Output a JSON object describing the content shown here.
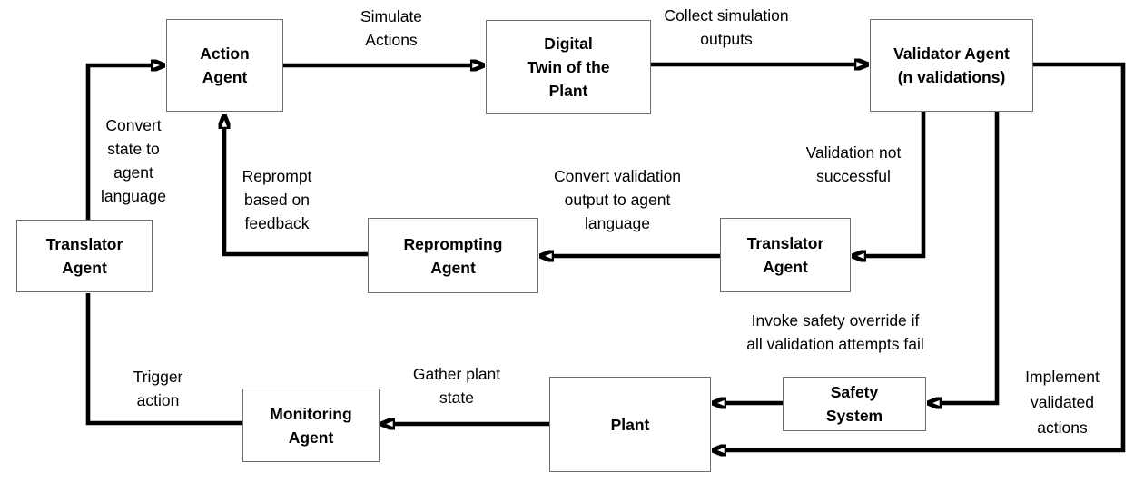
{
  "nodes": {
    "action_agent": {
      "label": "Action\nAgent"
    },
    "digital_twin": {
      "label": "Digital\nTwin of the\nPlant"
    },
    "validator_agent": {
      "label": "Validator Agent\n(n validations)"
    },
    "translator_agent_left": {
      "label": "Translator\nAgent"
    },
    "reprompting_agent": {
      "label": "Reprompting\nAgent"
    },
    "translator_agent_mid": {
      "label": "Translator\nAgent"
    },
    "safety_system": {
      "label": "Safety\nSystem"
    },
    "plant": {
      "label": "Plant"
    },
    "monitoring_agent": {
      "label": "Monitoring\nAgent"
    }
  },
  "edge_labels": {
    "simulate_actions": "Simulate\nActions",
    "collect_simulation_outputs": "Collect simulation\noutputs",
    "validation_not_successful": "Validation not\nsuccessful",
    "convert_validation_output": "Convert validation\noutput to agent\nlanguage",
    "reprompt_based_on_feedback": "Reprompt\nbased on\nfeedback",
    "convert_state_to_agent_language": "Convert\nstate to\nagent\nlanguage",
    "invoke_safety_override": "Invoke safety override if\nall validation attempts fail",
    "implement_validated_actions": "Implement\nvalidated\nactions",
    "trigger_action": "Trigger\naction",
    "gather_plant_state": "Gather plant\nstate"
  },
  "edges": [
    {
      "from": "translator_agent_left",
      "to": "action_agent",
      "label_key": "convert_state_to_agent_language",
      "arrow": true
    },
    {
      "from": "action_agent",
      "to": "digital_twin",
      "label_key": "simulate_actions",
      "arrow": true
    },
    {
      "from": "digital_twin",
      "to": "validator_agent",
      "label_key": "collect_simulation_outputs",
      "arrow": true
    },
    {
      "from": "validator_agent",
      "to": "translator_agent_mid",
      "label_key": "validation_not_successful",
      "arrow": true
    },
    {
      "from": "translator_agent_mid",
      "to": "reprompting_agent",
      "label_key": "convert_validation_output",
      "arrow": true
    },
    {
      "from": "reprompting_agent",
      "to": "action_agent",
      "label_key": "reprompt_based_on_feedback",
      "arrow": true
    },
    {
      "from": "validator_agent",
      "to": "safety_system",
      "label_key": "invoke_safety_override",
      "arrow": true
    },
    {
      "from": "safety_system",
      "to": "plant",
      "label_key": "",
      "arrow": true
    },
    {
      "from": "validator_agent",
      "to": "plant",
      "label_key": "implement_validated_actions",
      "arrow": true
    },
    {
      "from": "plant",
      "to": "monitoring_agent",
      "label_key": "gather_plant_state",
      "arrow": true
    },
    {
      "from": "monitoring_agent",
      "to": "translator_agent_left",
      "label_key": "trigger_action",
      "arrow": false
    }
  ],
  "colors": {
    "background": "#ffffff",
    "line": "#000000",
    "text": "#000000",
    "box_border": "#6f6f6f",
    "box_fill": "#ffffff"
  }
}
